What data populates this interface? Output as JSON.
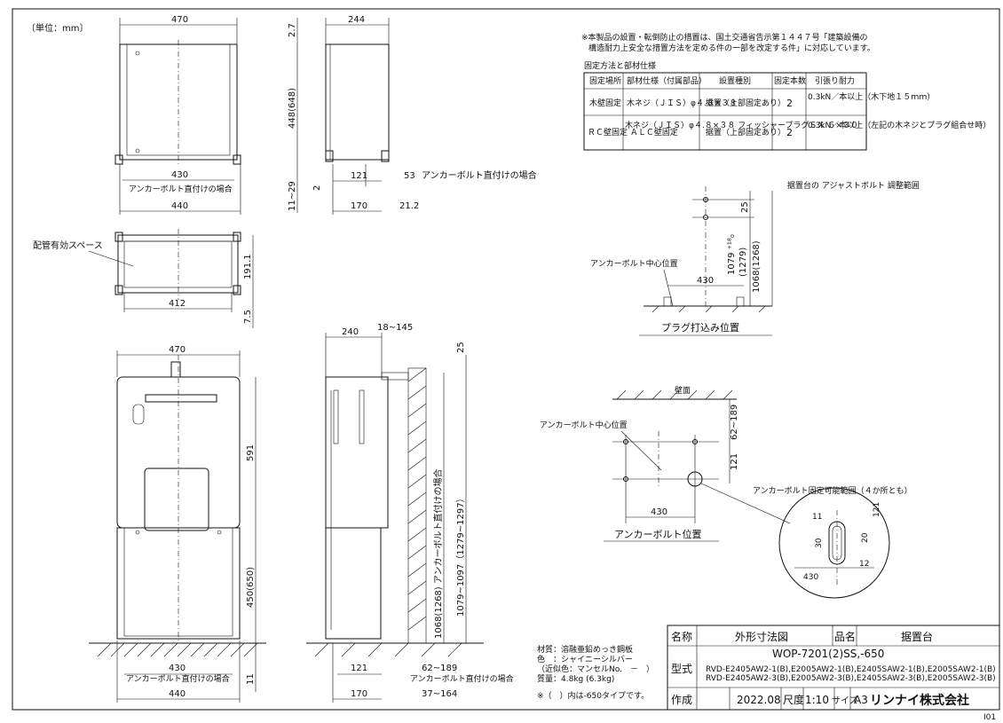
{
  "unit_note": "〔単位：mm〕",
  "front_top": {
    "w470": "470",
    "d430": "430",
    "anchor_note": "アンカーボルト直付けの場合",
    "d440": "440"
  },
  "side_top": {
    "d244": "244",
    "d2_7": "2.7",
    "d448": "448(648)",
    "d2": "2",
    "d11_29": "11~29",
    "d121": "121",
    "d53": "53",
    "note53": "アンカーボルト直付けの場合",
    "d170": "170",
    "d21_2": "21.2"
  },
  "plan": {
    "pipe_space": "配管有効スペース",
    "d191_1": "191.1",
    "d412": "412",
    "d7_5": "7.5"
  },
  "front_main": {
    "w470": "470",
    "d591": "591",
    "d450": "450(650)",
    "d430": "430",
    "anchor_note": "アンカーボルト直付けの場合",
    "d440": "440",
    "d11": "11"
  },
  "side_main": {
    "d240": "240",
    "d18_145": "18~145",
    "d25": "25",
    "d1068": "1068(1268) アンカーボルト直付けの場合",
    "d1079": "1079~1097（1279~1297）",
    "d121": "121",
    "d62_189": "62~189",
    "anchor_note": "アンカーボルト直付けの場合",
    "d170": "170",
    "d37_164": "37~164"
  },
  "notice": {
    "line1": "※本製品の設置・転倒防止の措置は、国土交通省告示第１４４７号「建築設備の",
    "line2": "構造耐力上安全な措置方法を定める件の一部を改定する件」に対応しています。",
    "table_caption": "固定方法と部材仕様",
    "headers": [
      "固定場所",
      "部材仕様（付属部品）",
      "設置種別",
      "固定本数",
      "引張り耐力"
    ],
    "rows": [
      [
        "木壁固定",
        "木ネジ（ＪＩＳ）φ４.８×３８",
        "据置（上部固定あり）",
        "2",
        "0.3kN／本以上（木下地１５ｍｍ）"
      ],
      [
        "ＲＣ壁固定 ＡＬＣ壁固定",
        "木ネジ（ＪＩＳ）φ４.８×３８ フィッシャープラグＳＸ ６×３０",
        "据置（上部固定あり）",
        "2",
        "0.3kN／本以上（左記の木ネジとプラグ組合せ時）"
      ]
    ]
  },
  "plug": {
    "adjuster_note": "据置台の アジャストボルト 調整範囲",
    "d25": "25",
    "d1079": "1079 ⁺¹⁸₀",
    "d1279": "(1279)",
    "d1068": "1068(1268)",
    "center": "アンカーボルト中心位置",
    "d430": "430",
    "title": "プラグ打込み位置"
  },
  "anchor": {
    "wall": "壁面",
    "center": "アンカーボルト中心位置",
    "d62_189": "62~189",
    "d121": "121",
    "d430": "430",
    "title": "アンカーボルト位置",
    "range": "アンカーボルト固定可能範囲（４か所とも）",
    "d11": "11",
    "d121b": "121",
    "d30": "30",
    "d20": "20",
    "d12": "12",
    "d430b": "430"
  },
  "material": {
    "l1": "材質：溶融亜鉛めっき鋼板",
    "l2": "色　：シャイニーシルバー",
    "l3": "（近似色：マンセルNo.　－　）",
    "l4": "質量：4.8kg (6.3kg)",
    "l5": "※（　）内は-650タイプです。"
  },
  "title_block": {
    "name_label": "名称",
    "name": "外形寸法図",
    "item_label": "品名",
    "item": "据置台",
    "model_label": "型式",
    "model": "WOP-7201(2)SS,-650",
    "models1": "RVD-E2405AW2-1(B),E2005AW2-1(B),E2405SAW2-1(B),E2005SAW2-1(B)",
    "models2": "RVD-E2405AW2-3(B),E2005AW2-3(B),E2405SAW2-3(B),E2005SAW2-3(B)",
    "made_label": "作成",
    "date": "2022.08",
    "scale_label": "尺度",
    "scale": "1:10",
    "size_label": "サイズ",
    "size": "A3",
    "company": "リンナイ株式会社",
    "sheet_code": "I01"
  }
}
